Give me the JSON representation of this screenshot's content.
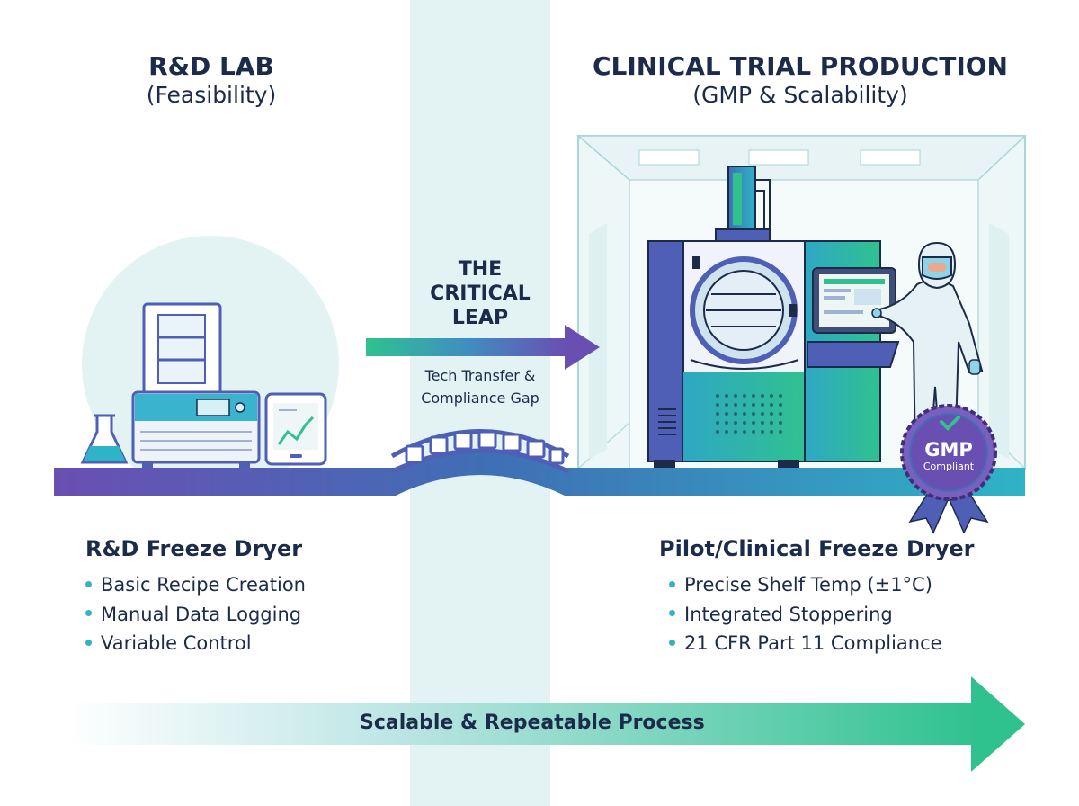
{
  "left": {
    "title": "R&D LAB",
    "subtitle": "(Feasibility)",
    "equipment_title": "R&D Freeze Dryer",
    "features": [
      "Basic Recipe Creation",
      "Manual Data Logging",
      "Variable Control"
    ]
  },
  "right": {
    "title": "CLINICAL TRIAL PRODUCTION",
    "subtitle": "(GMP & Scalability)",
    "equipment_title": "Pilot/Clinical Freeze Dryer",
    "features": [
      "Precise Shelf Temp (±1°C)",
      "Integrated Stoppering",
      "21 CFR Part 11 Compliance"
    ]
  },
  "leap": {
    "title_lines": [
      "THE",
      "CRITICAL",
      "LEAP"
    ],
    "subtitle_lines": [
      "Tech Transfer &",
      "Compliance Gap"
    ]
  },
  "badge": {
    "line1": "GMP",
    "line2": "Compliant"
  },
  "process": {
    "label": "Scalable & Repeatable Process"
  },
  "colors": {
    "navy": "#1c2b4a",
    "purple": "#6a4fb3",
    "blue": "#3f6fb5",
    "teal": "#2fb3c6",
    "green": "#2fc28f",
    "band": "#e3f2f3"
  },
  "icons": [
    "flask-icon",
    "tablet-chart-icon",
    "checkmark-icon",
    "arrow-right-icon",
    "technician-icon"
  ]
}
